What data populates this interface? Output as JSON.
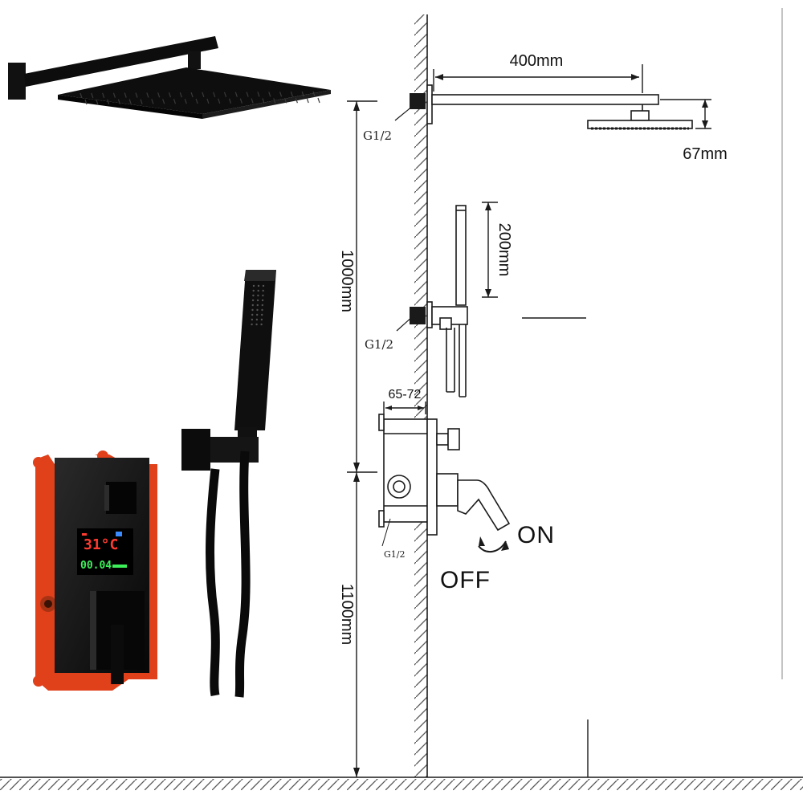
{
  "labels": {
    "arm_length": "400mm",
    "head_height": "67mm",
    "handheld_height": "200mm",
    "upper_height": "1000mm",
    "lower_height": "1100mm",
    "valve_depth": "65-72",
    "thread_top": "G1/2",
    "thread_mid": "G1/2",
    "thread_valve": "G1/2",
    "on": "ON",
    "off": "OFF"
  },
  "display": {
    "temperature": "31°C",
    "flow": "00.04"
  },
  "colors": {
    "product": "#111111",
    "box": "#e0401a",
    "lcd_red": "#ff3b30",
    "lcd_green": "#3cf05a",
    "lcd_blue": "#3a8bff",
    "line": "#1a1a1a"
  }
}
